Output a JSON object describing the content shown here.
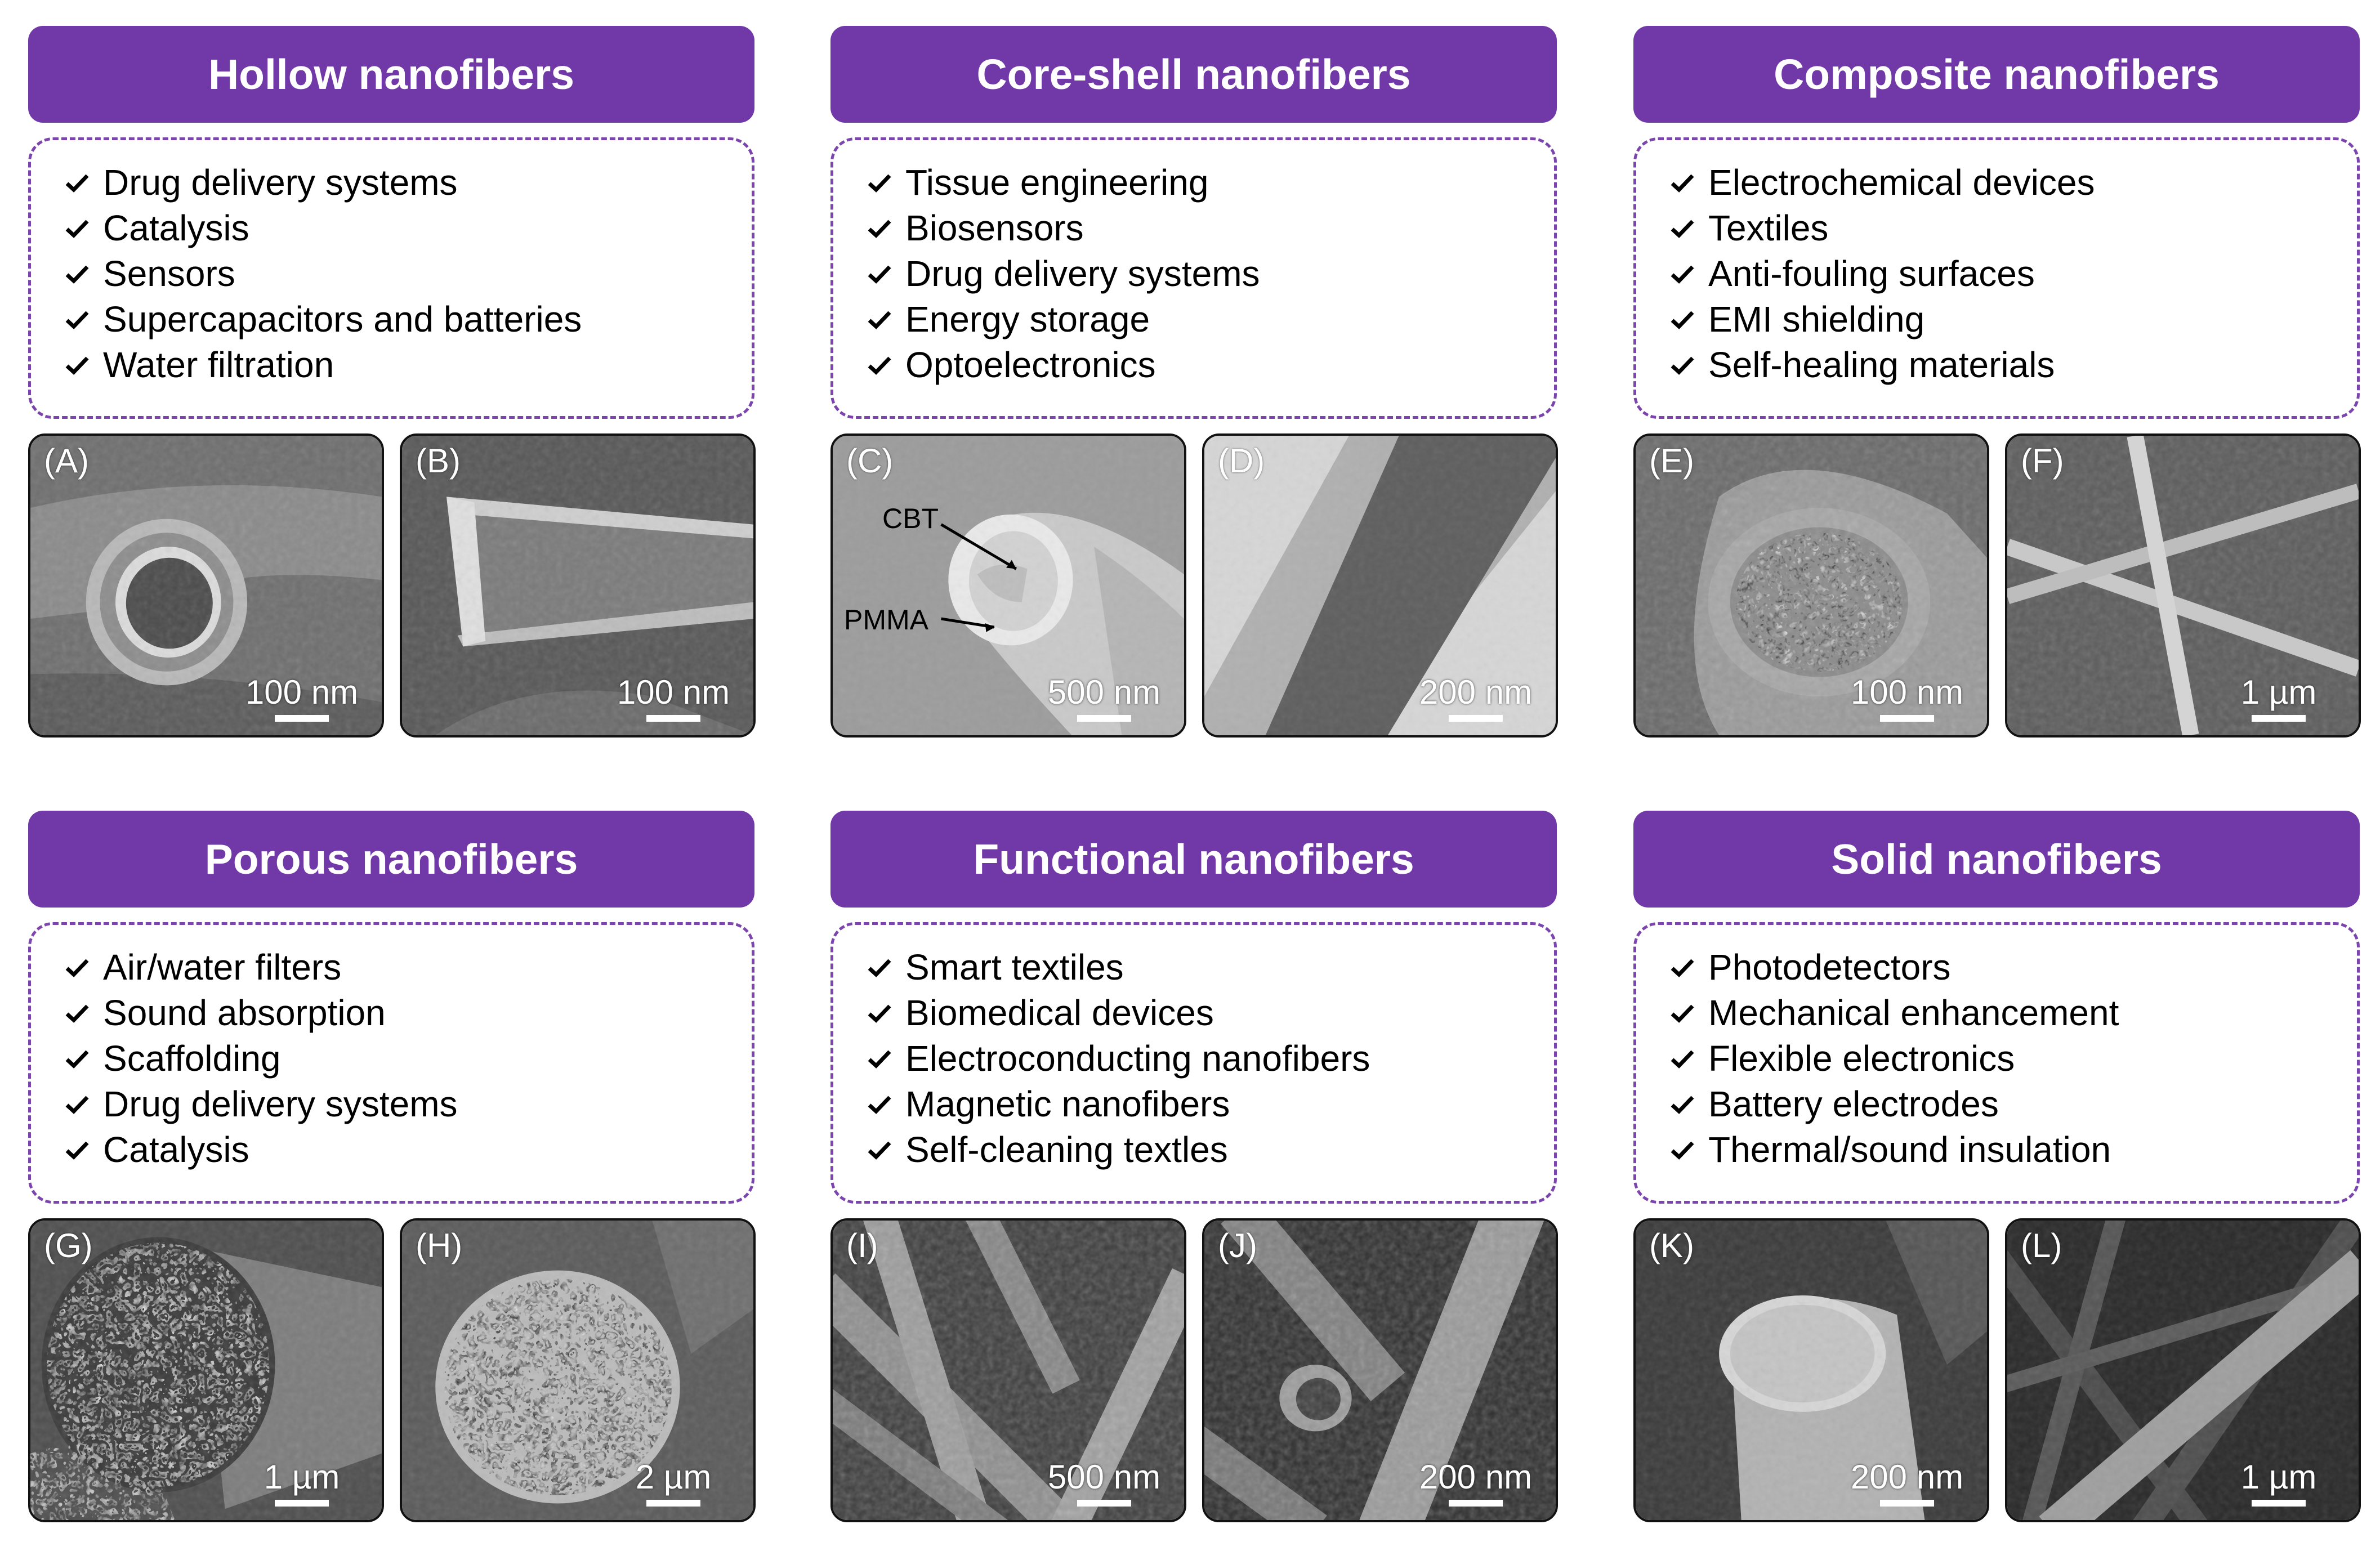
{
  "colors": {
    "header_bg": "#7138a8",
    "border": "#7b45ad",
    "header_text": "#ffffff"
  },
  "icons": {
    "bullet": "check-icon"
  },
  "panels": [
    {
      "title": "Hollow nanofibers",
      "items": [
        "Drug delivery systems",
        "Catalysis",
        "Sensors",
        "Supercapacitors and batteries",
        "Water filtration"
      ],
      "images": [
        {
          "label": "(A)",
          "scale": "100 nm"
        },
        {
          "label": "(B)",
          "scale": "100 nm"
        }
      ]
    },
    {
      "title": "Core-shell nanofibers",
      "items": [
        "Tissue engineering",
        "Biosensors",
        "Drug delivery systems",
        "Energy storage",
        "Optoelectronics"
      ],
      "images": [
        {
          "label": "(C)",
          "scale": "500 nm",
          "annotations": [
            "CBT",
            "PMMA"
          ]
        },
        {
          "label": "(D)",
          "scale": "200 nm"
        }
      ]
    },
    {
      "title": "Composite nanofibers",
      "items": [
        "Electrochemical devices",
        "Textiles",
        "Anti-fouling surfaces",
        "EMI shielding",
        "Self-healing materials"
      ],
      "images": [
        {
          "label": "(E)",
          "scale": "100 nm"
        },
        {
          "label": "(F)",
          "scale": "1 µm"
        }
      ]
    },
    {
      "title": "Porous nanofibers",
      "items": [
        "Air/water filters",
        "Sound absorption",
        "Scaffolding",
        "Drug delivery systems",
        "Catalysis"
      ],
      "images": [
        {
          "label": "(G)",
          "scale": "1 µm"
        },
        {
          "label": "(H)",
          "scale": "2 µm"
        }
      ]
    },
    {
      "title": "Functional nanofibers",
      "items": [
        "Smart textiles",
        "Biomedical devices",
        "Electroconducting nanofibers",
        "Magnetic nanofibers",
        "Self-cleaning textles"
      ],
      "images": [
        {
          "label": "(I)",
          "scale": "500 nm"
        },
        {
          "label": "(J)",
          "scale": "200 nm"
        }
      ]
    },
    {
      "title": "Solid nanofibers",
      "items": [
        "Photodetectors",
        "Mechanical enhancement",
        "Flexible electronics",
        "Battery electrodes",
        "Thermal/sound insulation"
      ],
      "images": [
        {
          "label": "(K)",
          "scale": "200 nm"
        },
        {
          "label": "(L)",
          "scale": "1 µm"
        }
      ]
    }
  ]
}
